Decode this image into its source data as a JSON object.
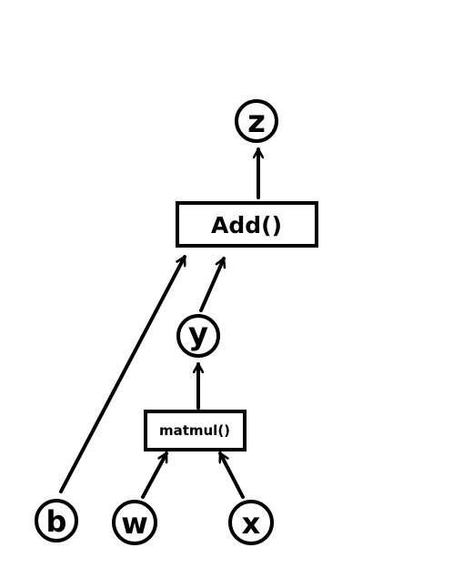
{
  "diagram": {
    "type": "computational-graph",
    "colors": {
      "stroke": "#000000",
      "background": "#ffffff",
      "text": "#000000"
    },
    "nodes": [
      {
        "id": "z",
        "label": "z",
        "shape": "circle"
      },
      {
        "id": "add",
        "label": "Add()",
        "shape": "box"
      },
      {
        "id": "y",
        "label": "y",
        "shape": "circle"
      },
      {
        "id": "matmul",
        "label": "matmul()",
        "shape": "box"
      },
      {
        "id": "b",
        "label": "b",
        "shape": "circle"
      },
      {
        "id": "w",
        "label": "w",
        "shape": "circle"
      },
      {
        "id": "x",
        "label": "x",
        "shape": "circle"
      }
    ],
    "edges": [
      {
        "from": "add",
        "to": "z"
      },
      {
        "from": "b",
        "to": "add"
      },
      {
        "from": "y",
        "to": "add"
      },
      {
        "from": "matmul",
        "to": "y"
      },
      {
        "from": "w",
        "to": "matmul"
      },
      {
        "from": "x",
        "to": "matmul"
      }
    ]
  }
}
